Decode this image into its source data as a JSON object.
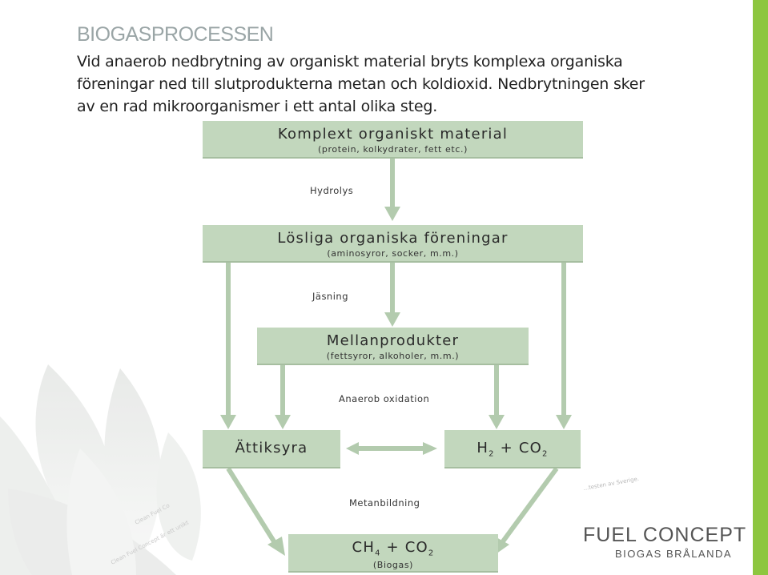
{
  "page": {
    "title": "BIOGASPROCESSEN",
    "intro_lines": [
      "Vid anaerob nedbrytning av organiskt material bryts komplexa organiska",
      "föreningar ned till slutprodukterna metan och koldioxid. Nedbrytningen sker",
      "av en rad mikroorganismer i ett antal olika steg."
    ]
  },
  "diagram": {
    "boxes": {
      "complex": {
        "main": "Komplext organiskt material",
        "sub": "(protein, kolkydrater, fett etc.)"
      },
      "soluble": {
        "main": "Lösliga organiska föreningar",
        "sub": "(aminosyror, socker, m.m.)"
      },
      "intermediate": {
        "main": "Mellanprodukter",
        "sub": "(fettsyror, alkoholer, m.m.)"
      },
      "acetic": {
        "main": "Ättiksyra"
      },
      "h2co2": {
        "h": "H",
        "h_sub": "2",
        "rest": " + CO",
        "co_sub": "2"
      },
      "biogas": {
        "ch": "CH",
        "ch_sub": "4",
        "rest": " + CO",
        "co_sub": "2",
        "sub": "(Biogas)"
      }
    },
    "labels": {
      "hydrolys": "Hydrolys",
      "jasning": "Jäsning",
      "anaerob": "Anaerob oxidation",
      "metan": "Metanbildning"
    }
  },
  "branding": {
    "logo_line1": "FUEL CONCEPT",
    "logo_line2": "BIOGAS BRÅLANDA",
    "faint_text": "...testen av Sverige.",
    "accent_color": "#8dc63f",
    "box_color": "#c2d7bd"
  }
}
